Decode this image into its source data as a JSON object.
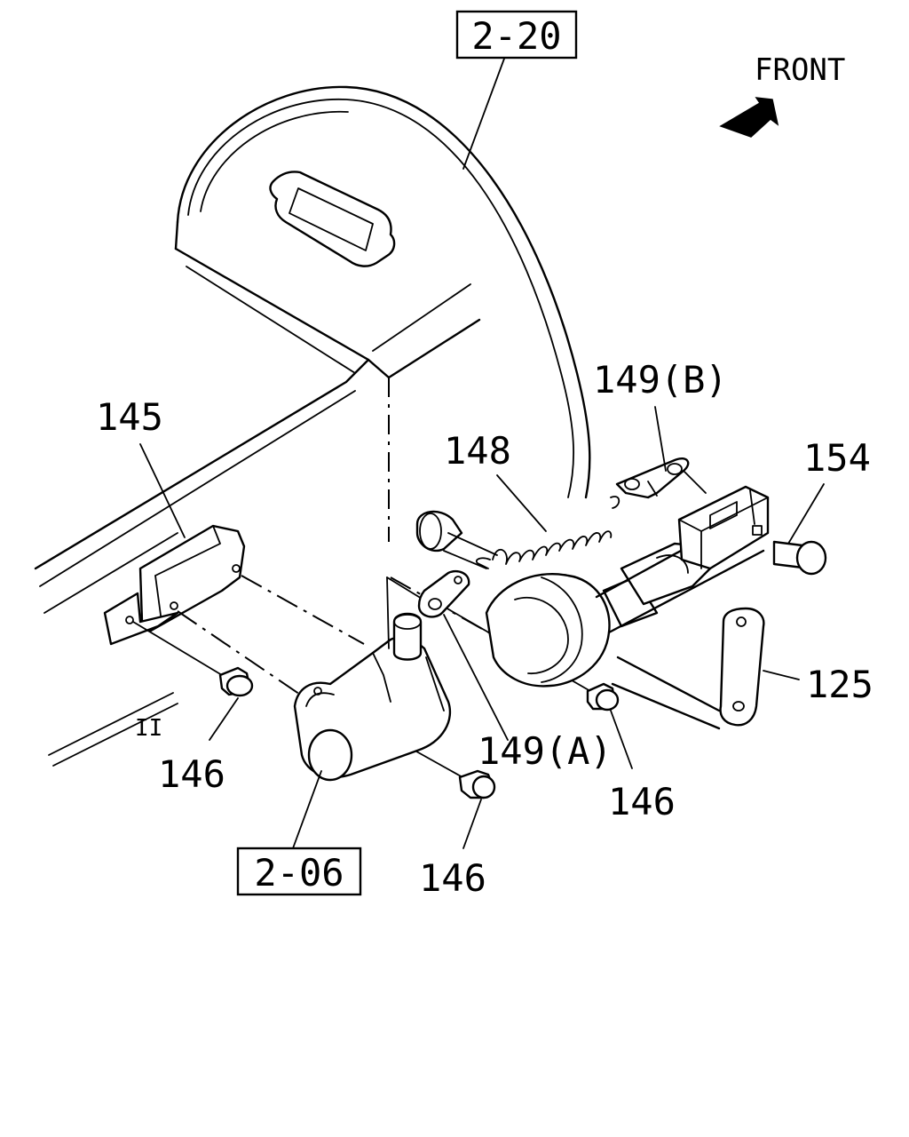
{
  "front_label": "FRONT",
  "refs": {
    "upper": "2-20",
    "lower": "2-06"
  },
  "parts": {
    "p145": "145",
    "p148": "148",
    "p149b": "149(B)",
    "p154": "154",
    "p125": "125",
    "p149a": "149(A)",
    "p146_left": "146",
    "p146_right": "146",
    "p146_bottom": "146"
  },
  "misc_mark": "II"
}
